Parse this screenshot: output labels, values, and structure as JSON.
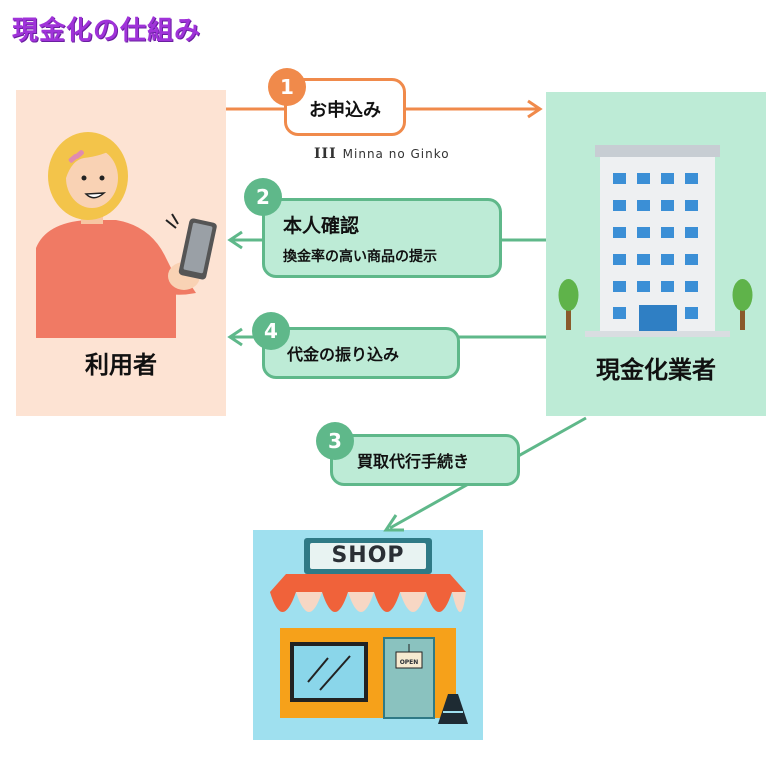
{
  "title": "現金化の仕組み",
  "user_label": "利用者",
  "business_label": "現金化業者",
  "watermark_text": "Minna no Ginko",
  "watermark_mark": "III",
  "shop_sign": "SHOP",
  "open_sign": "OPEN",
  "steps": [
    {
      "number": "1",
      "line1": "お申込み"
    },
    {
      "number": "2",
      "line1": "本人確認",
      "line2": "換金率の高い商品の提示"
    },
    {
      "number": "4",
      "line1": "代金の振り込み"
    },
    {
      "number": "3",
      "line1": "買取代行手続き"
    }
  ],
  "colors": {
    "orange": "#f08a4b",
    "green": "#5fb88a",
    "title": "#a033d9",
    "user_bg": "#fde3d3",
    "biz_bg": "#bdebd6",
    "shop_bg": "#9fe0ef"
  }
}
